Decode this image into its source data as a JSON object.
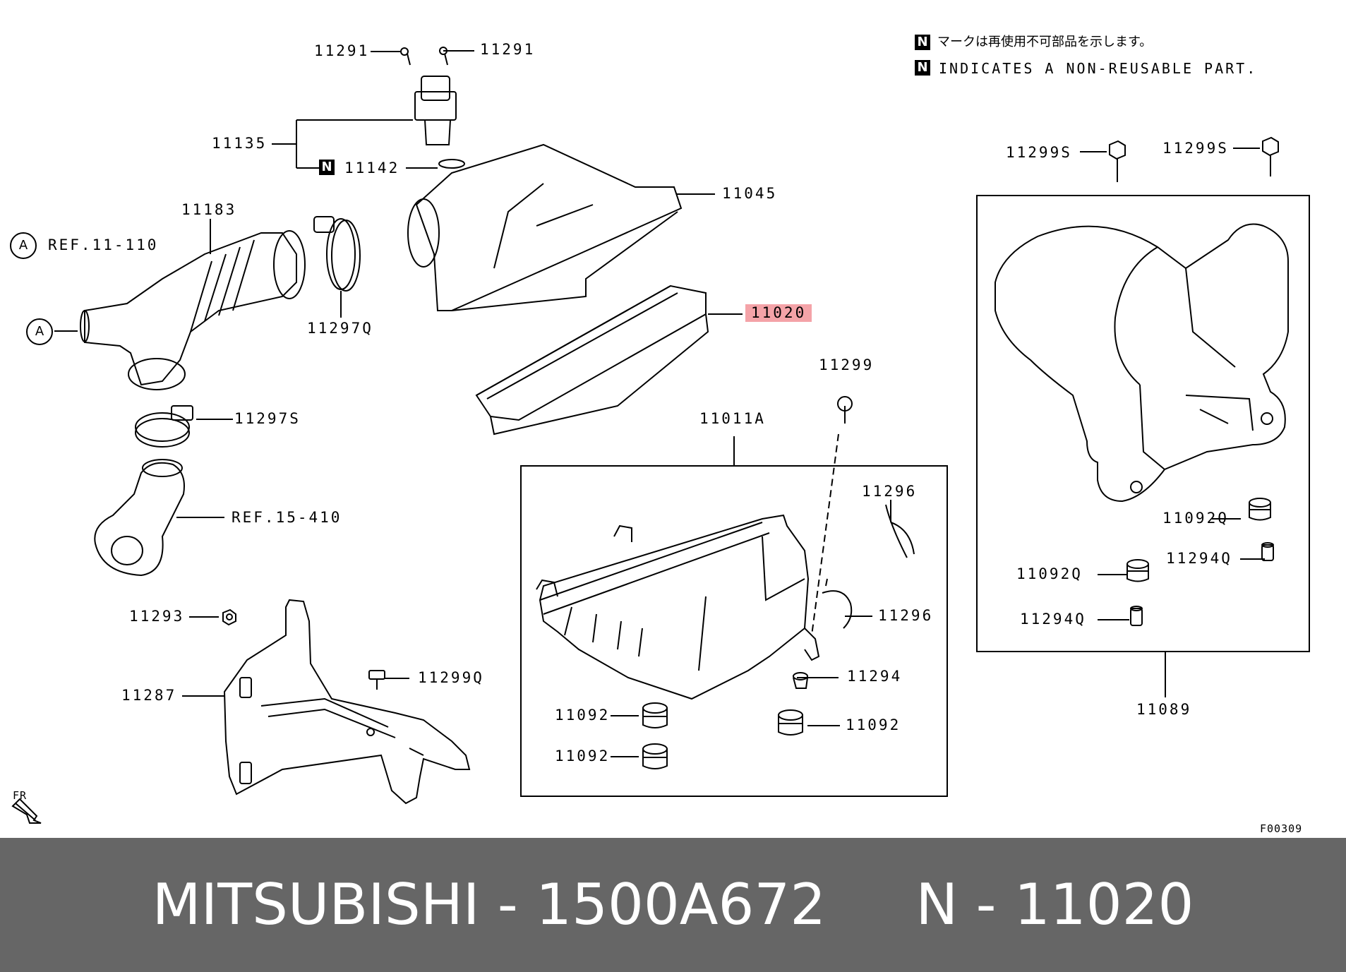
{
  "legend": {
    "badge": "N",
    "jp_text": "マークは再使用不可部品を示します。",
    "en_text": "INDICATES A NON-REUSABLE PART."
  },
  "callouts": {
    "c11291_left": "11291",
    "c11291_right": "11291",
    "c11135": "11135",
    "c11142": "11142",
    "c11045": "11045",
    "c11183": "11183",
    "c11297q": "11297Q",
    "c11020": "11020",
    "c11297s": "11297S",
    "ref_15_410": "REF.15-410",
    "ref_11_110": "REF.11-110",
    "c11299": "11299",
    "c11011a": "11011A",
    "c11296_top": "11296",
    "c11296_mid": "11296",
    "c11294": "11294",
    "c11092_a": "11092",
    "c11092_b": "11092",
    "c11092_c": "11092",
    "c11293": "11293",
    "c11287": "11287",
    "c11299q": "11299Q",
    "c11299s_left": "11299S",
    "c11299s_right": "11299S",
    "c11092q_right": "11092Q",
    "c11294q_right": "11294Q",
    "c11092q_left": "11092Q",
    "c11294q_left": "11294Q",
    "c11089": "11089"
  },
  "marker_a": "A",
  "fr_label": "FR",
  "figure_code": "F00309",
  "highlight_color": "#f4a3a8",
  "footer": {
    "text": "MITSUBISHI - 1500A672     N - 11020",
    "bg_color": "#666666"
  }
}
